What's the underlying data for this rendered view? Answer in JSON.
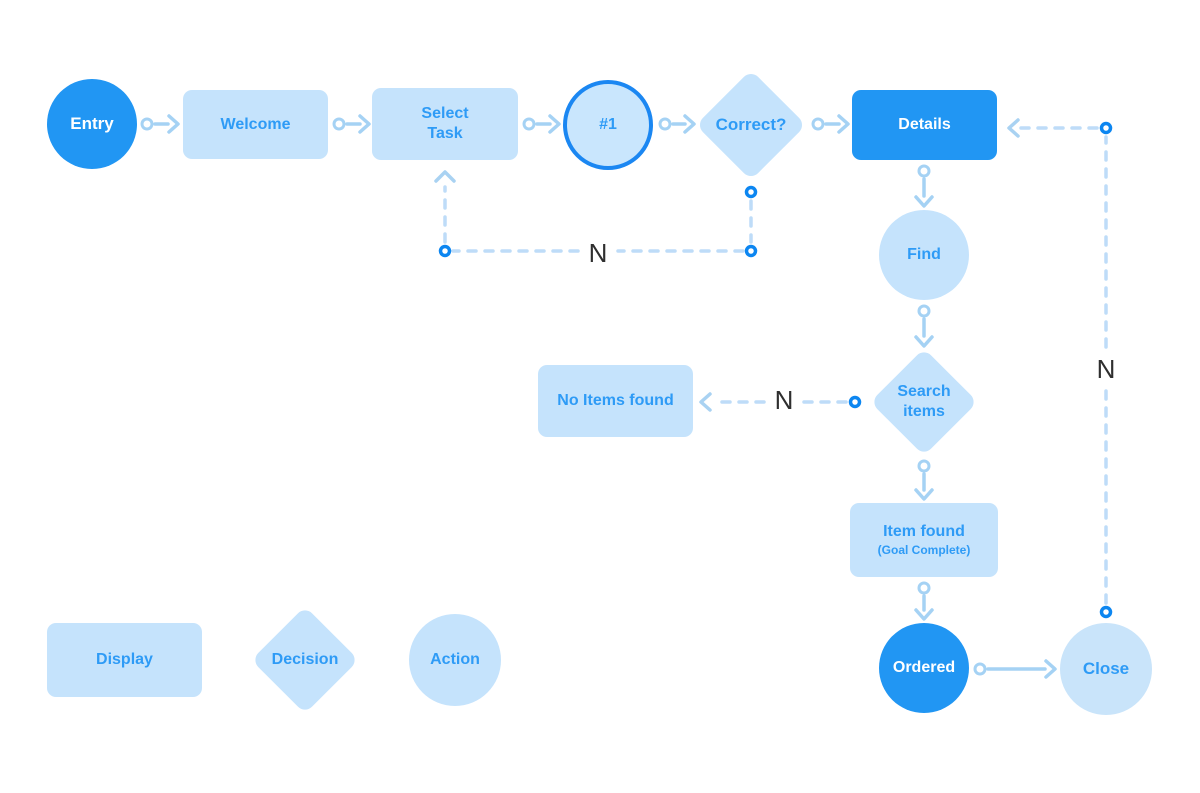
{
  "nodes": {
    "entry": "Entry",
    "welcome": "Welcome",
    "select_task": "Select Task",
    "step1": "#1",
    "correct": "Correct?",
    "details": "Details",
    "find": "Find",
    "search_items": "Search items",
    "no_items": "No Items found",
    "item_found": "Item found",
    "item_found_sub": "(Goal Complete)",
    "ordered": "Ordered",
    "close": "Close"
  },
  "edge_labels": {
    "correct_no": "N",
    "search_no": "N",
    "close_reopen": "N"
  },
  "legend": {
    "display": "Display",
    "decision": "Decision",
    "action": "Action"
  },
  "colors": {
    "primary": "#2196F3",
    "light_fill": "#C5E3FC",
    "label_blue": "#2E9BF6",
    "arrow": "#A5D2F4",
    "dashed": "#BEDCF8",
    "connector_dot": "#0C86F1"
  }
}
